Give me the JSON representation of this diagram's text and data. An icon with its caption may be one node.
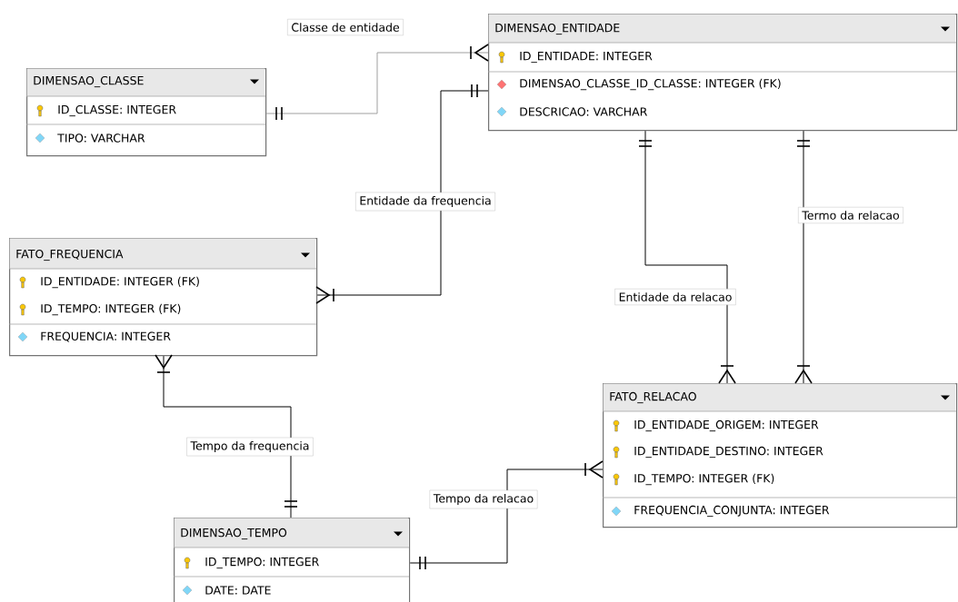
{
  "diagram": {
    "nodes": [
      {
        "text": [
          "DIMENSAO_CLASSE",
          "ID_CLASSE: INTEGER",
          "TIPO: VARCHAR"
        ]
      },
      {
        "text": [
          "DIMENSAO_ENTIDADE",
          "ID_ENTIDADE: INTEGER",
          "DIMENSAO_CLASSE_ID_CLASSE: INTEGER (FK)",
          "DESCRICAO: VARCHAR"
        ]
      },
      {
        "text": [
          "FATO_FREQUENCIA",
          "ID_ENTIDADE: INTEGER (FK)",
          "ID_TEMPO: INTEGER (FK)",
          "FREQUENCIA: INTEGER"
        ]
      },
      {
        "text": [
          "FATO_RELACAO",
          "ID_ENTIDADE_ORIGEM: INTEGER",
          "ID_ENTIDADE_DESTINO: INTEGER",
          "ID_TEMPO: INTEGER (FK)",
          "FREQUENCIA_CONJUNTA: INTEGER"
        ]
      },
      {
        "text": [
          "DIMENSAO_TEMPO",
          "ID_TEMPO: INTEGER",
          "DATE: DATE"
        ]
      }
    ],
    "edges": [
      {
        "from": 0,
        "to": 1,
        "arrow": "other",
        "label": "Classe de entidade",
        "color": "#a0a0a0"
      },
      {
        "from": 1,
        "to": 2,
        "arrow": "other",
        "label": "Entidade da frequencia"
      },
      {
        "from": 1,
        "to": 3,
        "arrow": "other",
        "label": "Entidade da relacao"
      },
      {
        "from": 1,
        "to": 3,
        "arrow": "other",
        "label": "Termo da relacao"
      },
      {
        "from": 4,
        "to": 2,
        "arrow": "other",
        "label": "Tempo da frequencia"
      },
      {
        "from": 4,
        "to": 3,
        "arrow": "other",
        "label": "Tempo da relacao"
      }
    ]
  }
}
